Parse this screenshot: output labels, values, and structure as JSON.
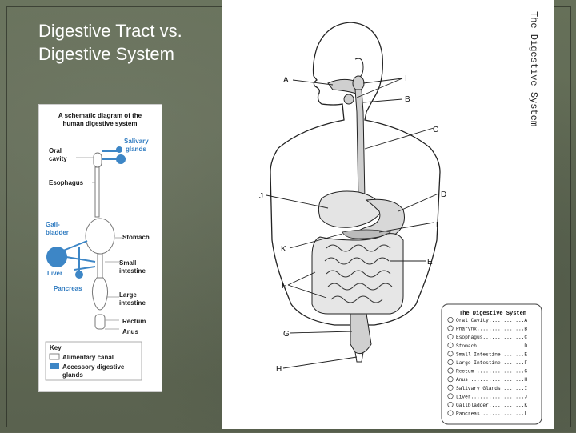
{
  "slide": {
    "title": "Digestive Tract vs. Digestive System"
  },
  "schematic": {
    "title_line1": "A schematic diagram of the",
    "title_line2": "human digestive system",
    "labels": {
      "oral_cavity_1": "Oral",
      "oral_cavity_2": "cavity",
      "salivary_1": "Salivary",
      "salivary_2": "glands",
      "esophagus": "Esophagus",
      "gallbladder_1": "Gall-",
      "gallbladder_2": "bladder",
      "stomach": "Stomach",
      "small_int_1": "Small",
      "small_int_2": "intestine",
      "liver": "Liver",
      "pancreas": "Pancreas",
      "large_int_1": "Large",
      "large_int_2": "intestine",
      "rectum": "Rectum",
      "anus": "Anus"
    },
    "key": {
      "title": "Key",
      "alimentary": "Alimentary canal",
      "accessory_1": "Accessory digestive",
      "accessory_2": "glands"
    },
    "colors": {
      "accessory": "#3d86c6",
      "accessory_label": "#2f7bc0"
    }
  },
  "anatomy": {
    "side_title": "The Digestive System",
    "letters": {
      "A": "A",
      "B": "B",
      "C": "C",
      "D": "D",
      "E": "E",
      "F": "F",
      "G": "G",
      "H": "H",
      "I": "I",
      "J": "J",
      "K": "K",
      "L": "L"
    },
    "legend": {
      "title": "The Digestive System",
      "items": [
        "Oral Cavity............A",
        "Pharynx................B",
        "Esophagus..............C",
        "Stomach................D",
        "Small Intestine........E",
        "Large Intestine........F",
        "Rectum ................G",
        "Anus ..................H",
        "Salivary Glands .......I",
        "Liver..................J",
        "Gallbladder............K",
        "Pancreas ..............L"
      ]
    }
  }
}
